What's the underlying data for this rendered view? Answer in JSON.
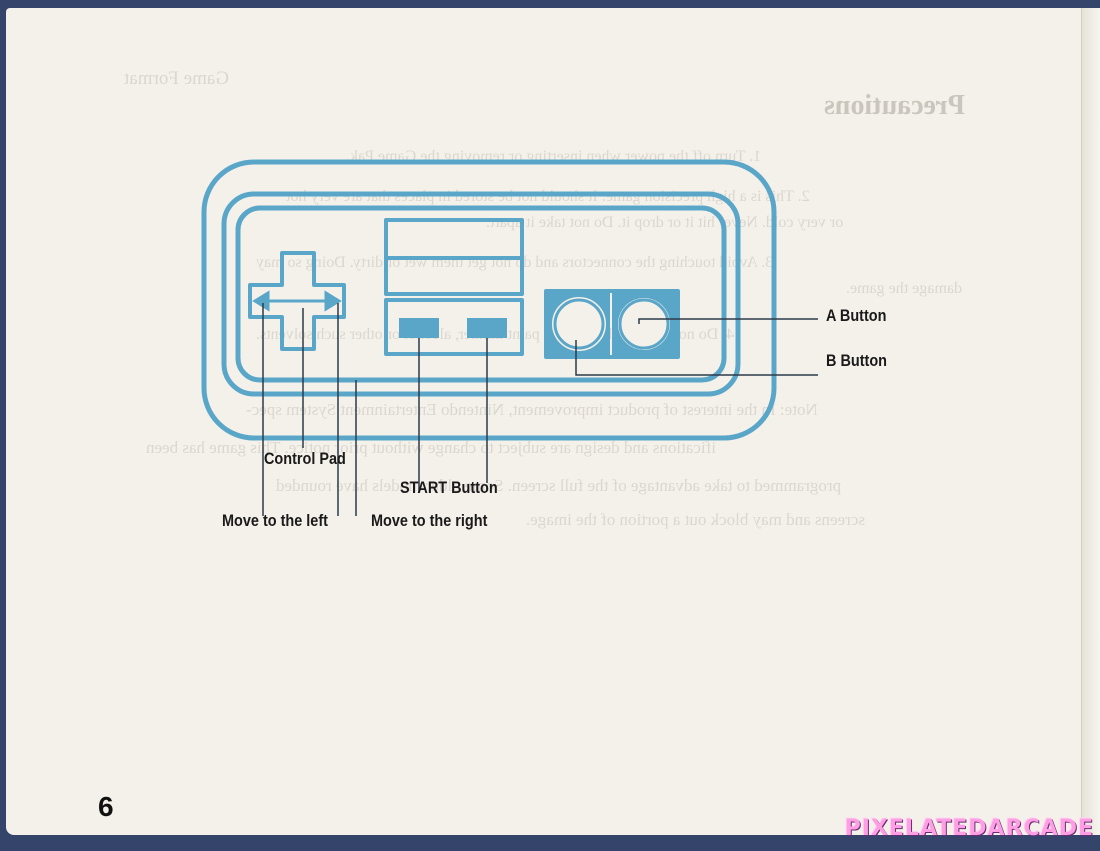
{
  "labels": {
    "a_button": "A Button",
    "b_button": "B Button",
    "control_pad": "Control Pad",
    "start_button": "START Button",
    "move_left": "Move to the left",
    "move_right": "Move to the right"
  },
  "page_number": "6",
  "watermark": "PIXELATEDARCADE",
  "bleed_through": [
    "Game Format",
    "Precautions",
    "1. Turn off the power when inserting or removing the Game Pak.",
    "2. This is a high precision game. It should not be stored in places that are very hot",
    "or very cold. Never hit it or drop it. Do not take it apart.",
    "3. Avoid touching the connectors and do not get them wet or dirty. Doing so may",
    "damage the game.",
    "4. Do not clean with benzene, paint thinner, alcohol or other such solvents.",
    "Note: In the interest of product improvement, Nintendo Entertainment System spec-",
    "ifications and design are subject to change without prior notice. This game has been",
    "programmed to take advantage of the full screen. Some older models have rounded",
    "screens and may block out a portion of the image."
  ],
  "colors": {
    "diagram": "#5aa6c9",
    "lines": "#2c3a4a",
    "page": "#f4f1ea",
    "background": "#34446b"
  }
}
